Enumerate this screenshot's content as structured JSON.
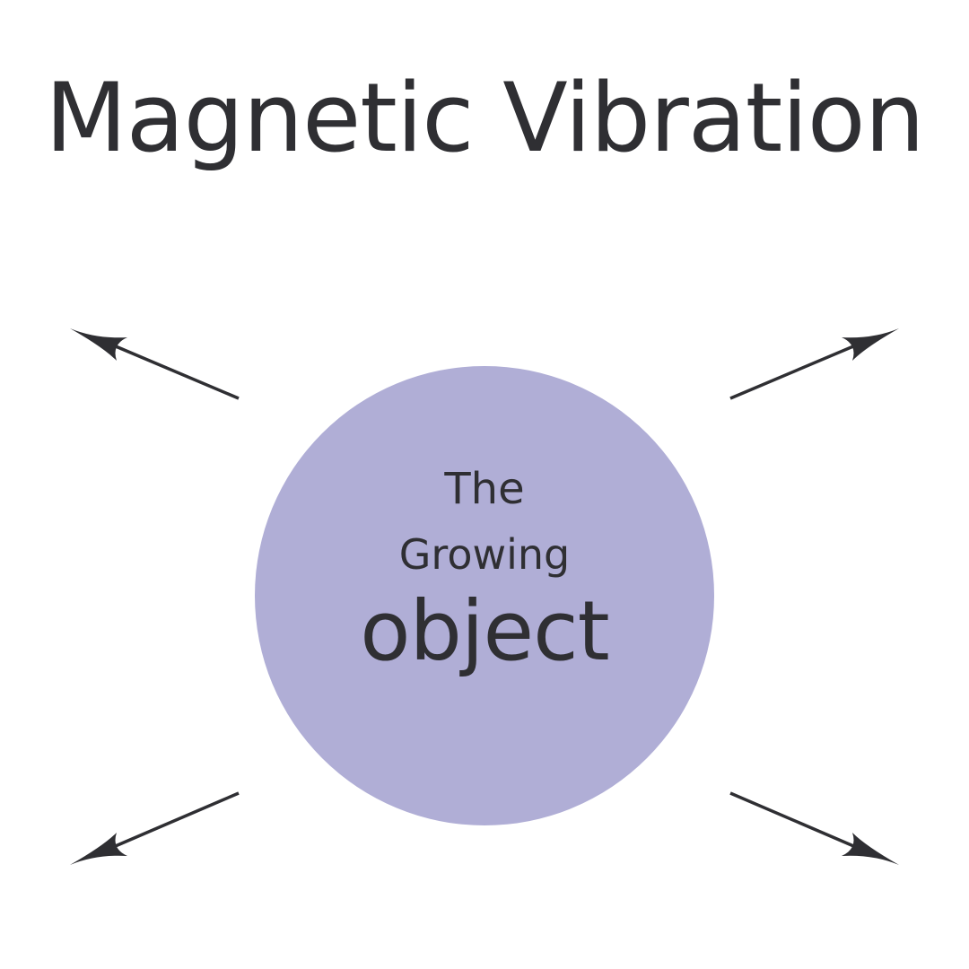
{
  "title": "Magnetic Vibration",
  "object": {
    "line1": "The",
    "line2": "Growing",
    "line3": "object"
  },
  "colors": {
    "circle": "#b0aed6",
    "text": "#2f2f33",
    "arrow": "#2f2f33",
    "background": "#ffffff"
  },
  "arrows": [
    {
      "name": "arrow-top-left-icon",
      "direction": "up-left"
    },
    {
      "name": "arrow-top-right-icon",
      "direction": "up-right"
    },
    {
      "name": "arrow-bottom-left-icon",
      "direction": "down-left"
    },
    {
      "name": "arrow-bottom-right-icon",
      "direction": "down-right"
    }
  ]
}
